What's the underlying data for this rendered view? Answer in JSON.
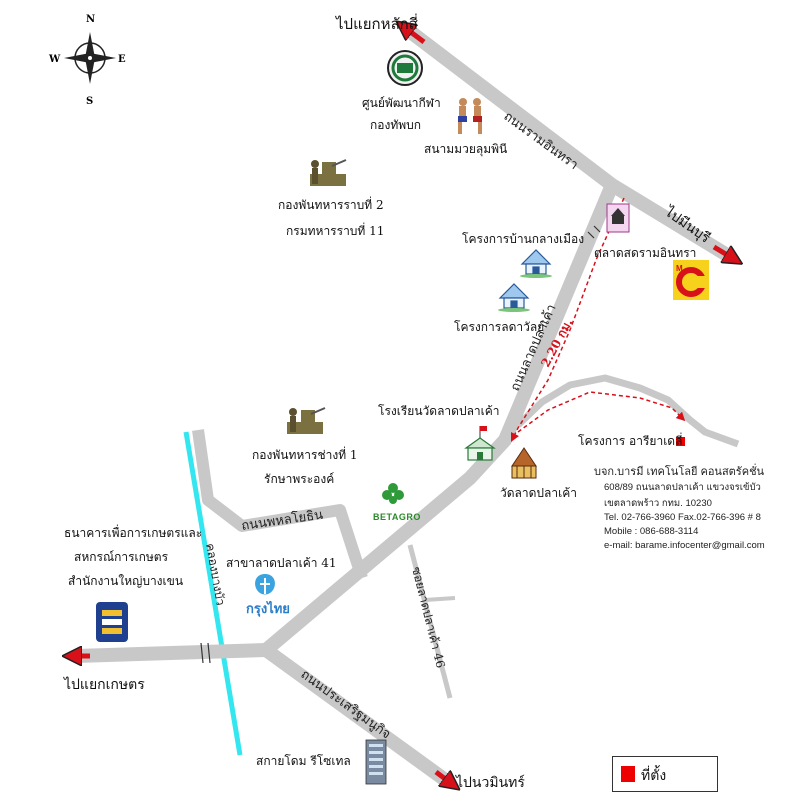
{
  "compass": {
    "north": "N",
    "south": "S",
    "east": "E",
    "west": "W"
  },
  "roads": {
    "ram_inthra": "ถนนรามอินทรา",
    "lat_pla_khao": "ถนนลาดปลาเค้า",
    "phahon_yothin": "ถนนพหลโยธิน",
    "prasoet_manukit": "ถนนประเสริฐมนูกิจ",
    "soi_lat_pla_khao_46": "ซอยลาดปลาเค้า 46",
    "khlong_bang_bua": "คลองบางบัว"
  },
  "directions": {
    "to_lak_si": "ไปแยกหลักสี่",
    "to_min_buri": "ไปมีนบุรี",
    "to_kaset": "ไปแยกเกษตร",
    "to_nawamin": "ไปนวมินทร์"
  },
  "distance_label": "2.20 กม.",
  "places": {
    "sports_center_line1": "ศูนย์พัฒนากีฬา",
    "sports_center_line2": "กองทัพบก",
    "boxing_stadium": "สนามมวยลุมพินี",
    "infantry_line1": "กองพันทหารราบที่ 2",
    "infantry_line2": "กรมทหารราบที่ 11",
    "ban_klang_mueang": "โครงการบ้านกลางเมือง",
    "talat_sadram": "ตลาดสดรามอินทรา",
    "lat_wan": "โครงการลดาวัลย์",
    "school": "โรงเรียนวัดลาดปลาเค้า",
    "temple": "วัดลาดปลาเค้า",
    "engineer_line1": "กองพันทหารช่างที่ 1",
    "engineer_line2": "รักษาพระองค์",
    "baac_line1": "ธนาคารเพื่อการเกษตรและ",
    "baac_line2": "สหกรณ์การเกษตร",
    "baac_line3": "สำนักงานใหญ่บางเขน",
    "ktb_branch": "สาขาลาดปลาเค้า 41",
    "ktb_logo": "กรุงไทย",
    "betagro": "BETAGRO",
    "skydome": "สกายโดม รีโซเทล",
    "project_ariya": "โครงการ อารียาเดลี่"
  },
  "company": {
    "name": "บจก.บารมี เทคโนโลยี คอนสตรัคชั่น",
    "address1": "608/89 ถนนลาดปลาเค้า แขวงจรเข้บัว",
    "address2": "เขตลาดพร้าว กทม. 10230",
    "phone": "Tel. 02-766-3960 Fax.02-766-396 # 8",
    "mobile": "Mobile : 086-688-3114",
    "email": "e-mail: barame.infocenter@gmail.com"
  },
  "legend": {
    "location_label": "ที่ตั้ง"
  },
  "colors": {
    "road": "#c8c8c8",
    "canal": "#33e6f0",
    "arrow": "#d7101a",
    "location": "#ee0000",
    "dashed_route": "#d7101a"
  }
}
